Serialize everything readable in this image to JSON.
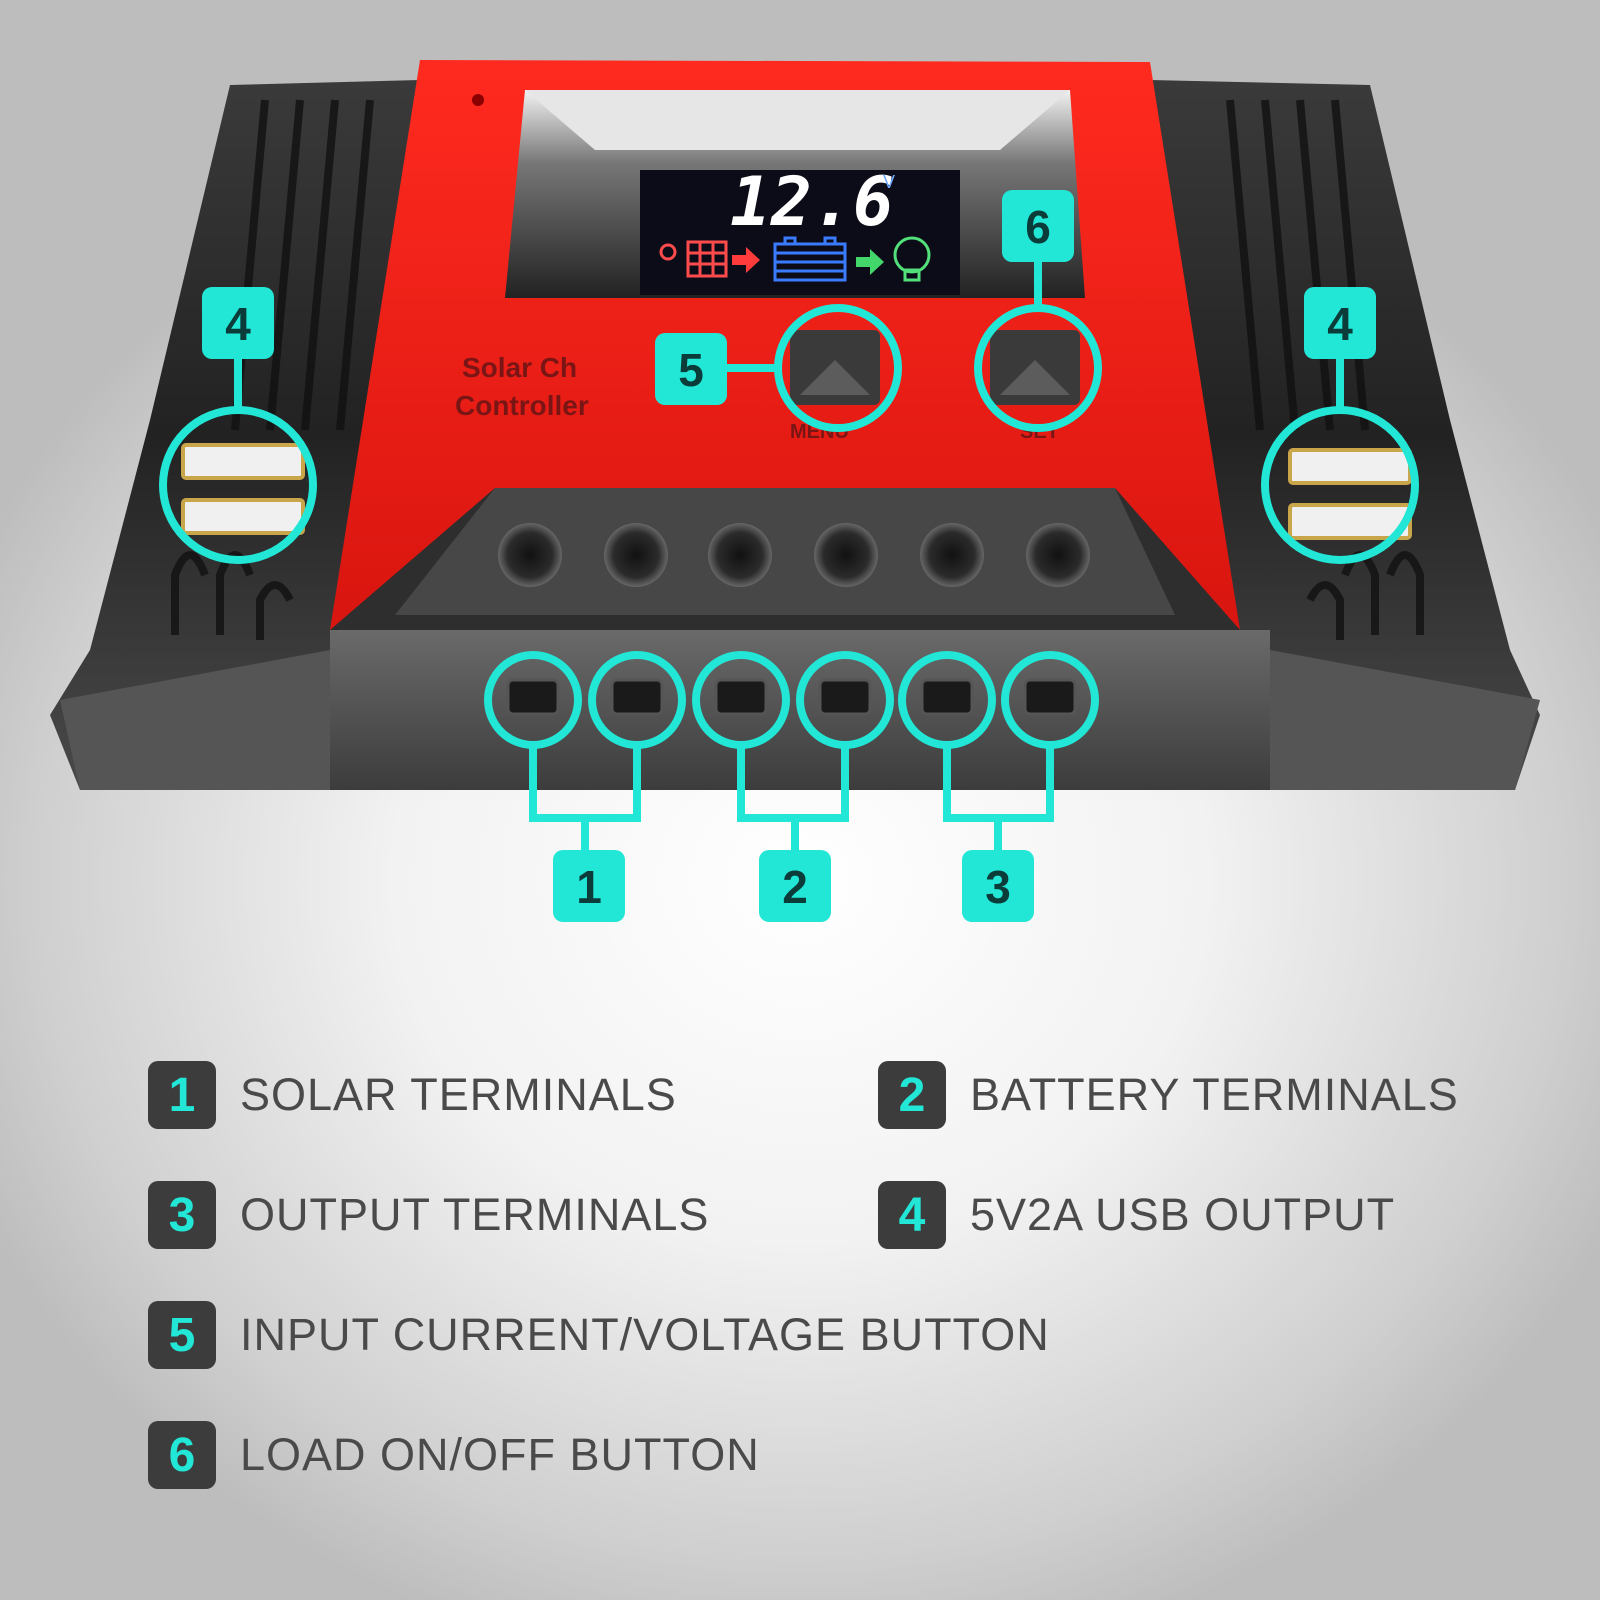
{
  "device": {
    "lcd_reading": "12.6",
    "lcd_unit": "V",
    "caption_line1": "Solar Ch",
    "caption_line2": "Controller",
    "menu_button_label": "MENU",
    "set_button_label": "SET"
  },
  "callouts": {
    "usb_left": "4",
    "usb_right": "4",
    "menu_button": "5",
    "set_button": "6",
    "solar_group": "1",
    "battery_group": "2",
    "output_group": "3"
  },
  "legend": [
    {
      "num": "1",
      "label": "SOLAR TERMINALS"
    },
    {
      "num": "2",
      "label": "BATTERY TERMINALS"
    },
    {
      "num": "3",
      "label": "OUTPUT TERMINALS"
    },
    {
      "num": "4",
      "label": "5V2A USB OUTPUT"
    },
    {
      "num": "5",
      "label": "INPUT CURRENT/VOLTAGE BUTTON"
    },
    {
      "num": "6",
      "label": "LOAD ON/OFF BUTTON"
    }
  ],
  "colors": {
    "accent": "#22e6d6",
    "body_red": "#e8201a",
    "body_dark": "#2a2a2a",
    "legend_badge": "#3c3c3c",
    "legend_text": "#4a4a4a"
  }
}
